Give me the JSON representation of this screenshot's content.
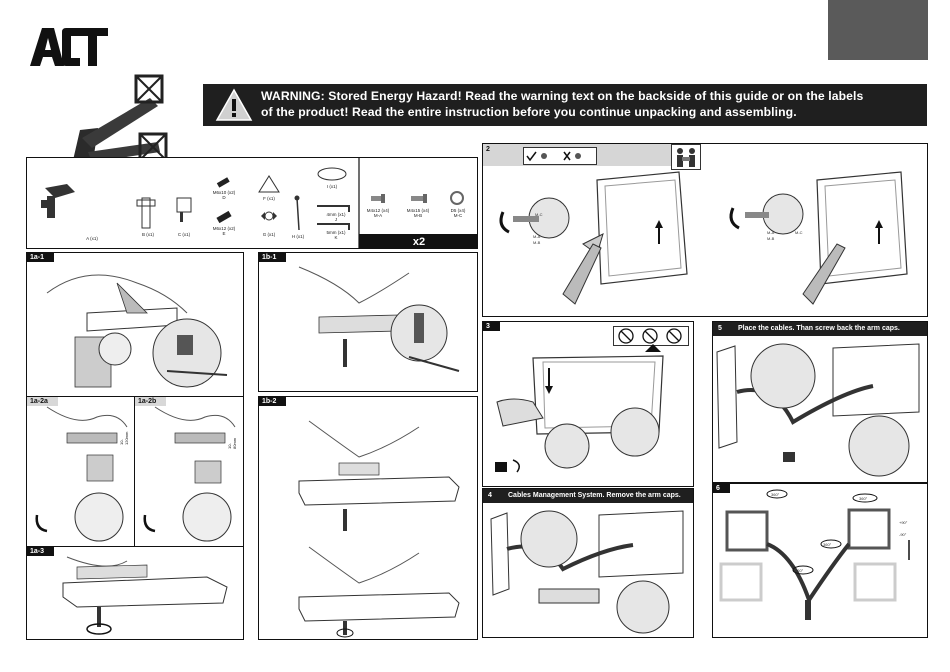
{
  "brand": {
    "logo_text": "ACT"
  },
  "warning": {
    "line1": "WARNING: Stored Energy Hazard! Read the warning text on the backside of this guide or on the labels",
    "line2": "of the product! Read the entire instruction before you continue unpacking and assembling."
  },
  "parts": {
    "items": [
      {
        "label": "A (x1)"
      },
      {
        "label": "B (x1)"
      },
      {
        "label": "C (x1)"
      },
      {
        "label": "M6x10 (x2)",
        "sub": "D"
      },
      {
        "label": "M6x12 (x2)",
        "sub": "E"
      },
      {
        "label": "F (x1)"
      },
      {
        "label": "G (x1)"
      },
      {
        "label": "I (x1)"
      },
      {
        "label": "4mm (x1)",
        "sub": "J"
      },
      {
        "label": "5mm (x1)",
        "sub": "K"
      },
      {
        "label": "H (x1)"
      }
    ],
    "monitor_items": [
      {
        "label": "M4x12 (x4)",
        "sub": "M-A"
      },
      {
        "label": "M4x15 (x4)",
        "sub": "M-B"
      },
      {
        "label": "D5 (x4)",
        "sub": "M-C"
      }
    ],
    "multiplier": "x2"
  },
  "steps": {
    "s1a1": "1a-1",
    "s1a2a": "1a-2a",
    "s1a2b": "1a-2b",
    "s1a3": "1a-3",
    "s1b1": "1b-1",
    "s1b2": "1b-2",
    "s2": "2",
    "s3": "3",
    "s4": {
      "num": "4",
      "caption": "Cables Management System. Remove the arm caps."
    },
    "s5": {
      "num": "5",
      "caption": "Place the cables. Than screw back the arm caps."
    },
    "s6": "6"
  },
  "labels": {
    "dim_a2a": "10-120mm",
    "dim_a2b": "10-80mm",
    "mc": "M-C",
    "ma": "M-A",
    "mb": "M-B",
    "rot1": "360°",
    "rot2": "+90°",
    "rot3": "-90°",
    "rot4": "180°"
  }
}
